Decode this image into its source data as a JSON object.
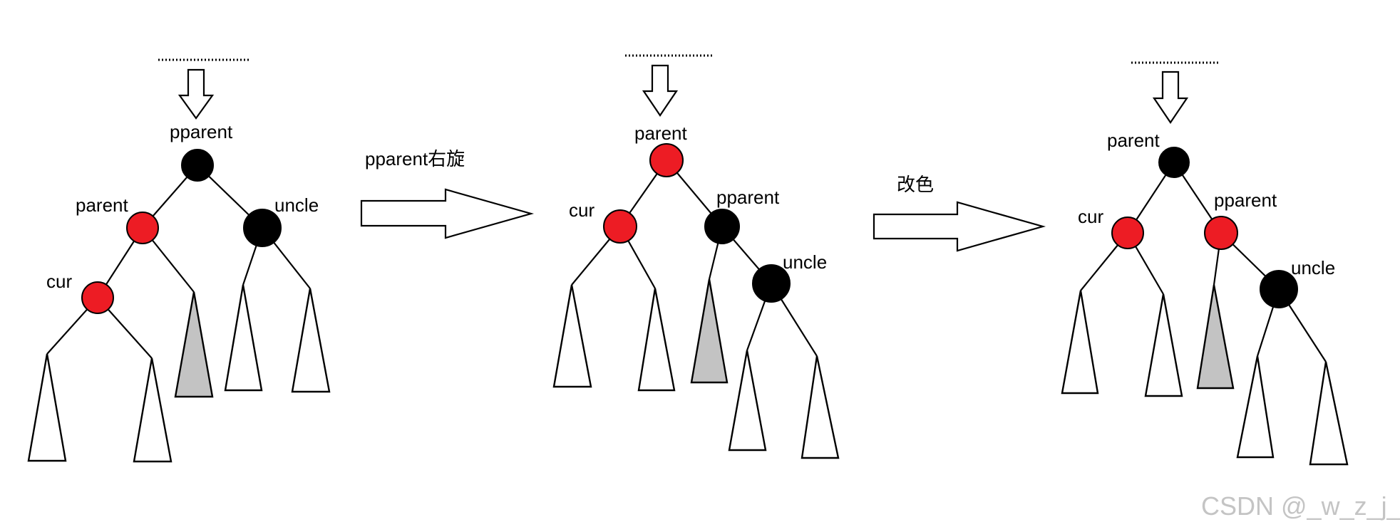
{
  "colors": {
    "red_node": "#ed1c24",
    "black_node": "#000000",
    "gray_subtree": "#c3c3c3",
    "white_subtree": "#ffffff",
    "watermark": "#c4c4c4"
  },
  "diagram": {
    "steps": [
      {
        "labels": {
          "top": "pparent",
          "left": "parent",
          "right": "uncle",
          "leftleft": "cur"
        },
        "node_colors": {
          "top": "black",
          "left": "red",
          "right": "black",
          "leftleft": "red"
        }
      },
      {
        "labels": {
          "top": "parent",
          "left": "cur",
          "right": "pparent",
          "rightright": "uncle"
        },
        "node_colors": {
          "top": "red",
          "left": "red",
          "right": "black",
          "rightright": "black"
        }
      },
      {
        "labels": {
          "top": "parent",
          "left": "cur",
          "right": "pparent",
          "rightright": "uncle"
        },
        "node_colors": {
          "top": "black",
          "left": "red",
          "right": "red",
          "rightright": "black"
        }
      }
    ],
    "transitions": [
      {
        "label": "pparent右旋"
      },
      {
        "label": "改色"
      }
    ]
  },
  "watermark": "CSDN @_w_z_j_"
}
